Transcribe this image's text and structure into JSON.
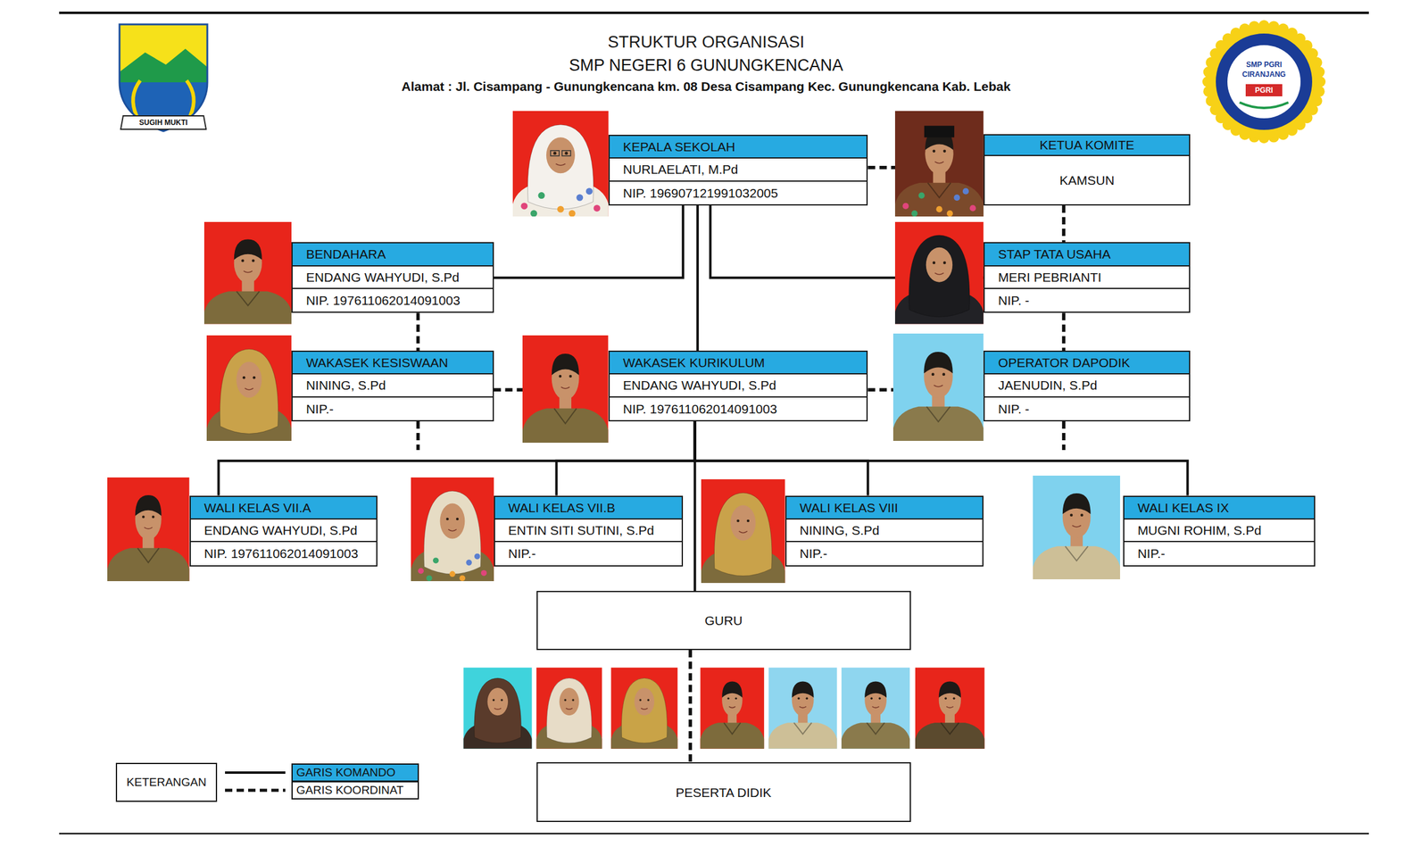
{
  "diagram": {
    "title": "STRUKTUR ORGANISASI",
    "nodes": [
      {
        "text": [
          "KEPALA SEKOLAH",
          "NURLAELATI, M.Pd",
          "NIP. 196907121991032005"
        ]
      },
      {
        "text": [
          "KETUA KOMITE",
          "KAMSUN"
        ]
      },
      {
        "text": [
          "BENDAHARA",
          "ENDANG WAHYUDI, S.Pd",
          "NIP. 197611062014091003"
        ]
      },
      {
        "text": [
          "STAP TATA USAHA",
          "MERI PEBRIANTI",
          "NIP. -"
        ]
      },
      {
        "text": [
          "WAKASEK KESISWAAN",
          "NINING, S.Pd",
          "NIP.-"
        ]
      },
      {
        "text": [
          "WAKASEK KURIKULUM",
          "ENDANG WAHYUDI, S.Pd",
          "NIP. 197611062014091003"
        ]
      },
      {
        "text": [
          "OPERATOR DAPODIK",
          "JAENUDIN, S.Pd",
          "NIP. -"
        ]
      },
      {
        "text": [
          "WALI KELAS VII.A",
          "ENDANG WAHYUDI, S.Pd",
          "NIP. 197611062014091003"
        ]
      },
      {
        "text": [
          "WALI KELAS VII.B",
          "ENTIN SITI SUTINI, S.Pd",
          "NIP.-"
        ]
      },
      {
        "text": [
          "WALI KELAS VIII",
          "NINING, S.Pd",
          "NIP.-"
        ]
      },
      {
        "text": [
          "WALI KELAS IX",
          "MUGNI ROHIM, S.Pd",
          "NIP.-"
        ]
      },
      {
        "text": [
          "GURU"
        ]
      },
      {
        "text": [
          "PESERTA DIDIK"
        ]
      }
    ],
    "edges": [
      {
        "from": 0,
        "to": 1,
        "arrow": "none"
      },
      {
        "from": 0,
        "to": 2,
        "arrow": "none"
      },
      {
        "from": 0,
        "to": 3,
        "arrow": "none"
      },
      {
        "from": 0,
        "to": 5,
        "arrow": "none"
      },
      {
        "from": 1,
        "to": 3,
        "arrow": "none"
      },
      {
        "from": 2,
        "to": 4,
        "arrow": "none"
      },
      {
        "from": 3,
        "to": 6,
        "arrow": "none"
      },
      {
        "from": 4,
        "to": 5,
        "arrow": "none"
      },
      {
        "from": 5,
        "to": 6,
        "arrow": "none"
      },
      {
        "from": 5,
        "to": 7,
        "arrow": "none"
      },
      {
        "from": 5,
        "to": 8,
        "arrow": "none"
      },
      {
        "from": 5,
        "to": 9,
        "arrow": "none"
      },
      {
        "from": 5,
        "to": 10,
        "arrow": "none"
      },
      {
        "from": 5,
        "to": 11,
        "arrow": "none"
      },
      {
        "from": 11,
        "to": 12,
        "arrow": "none"
      }
    ],
    "labels": [
      "SUGIH MUKTI",
      "SMP NEGERI 6 GUNUNGKENCANA",
      "Alamat : Jl. Cisampang - Gunungkencana km. 08 Desa Cisampang Kec. Gunungkencana Kab. Lebak",
      "SMP PGRI CIRANJANG",
      "PGRI",
      "KETERANGAN"
    ],
    "legend": [
      {
        "text": "GARIS KOMANDO"
      },
      {
        "text": "GARIS KOORDINAT"
      }
    ]
  }
}
